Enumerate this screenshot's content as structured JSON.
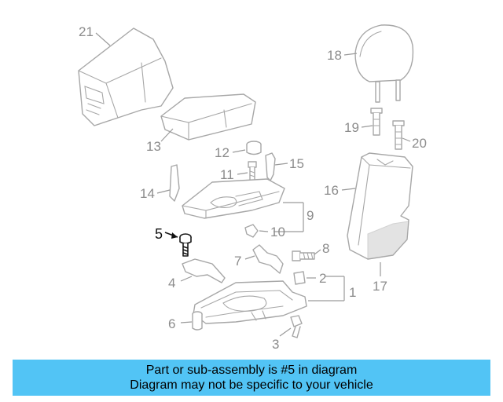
{
  "diagram": {
    "callouts": {
      "c1": "1",
      "c2": "2",
      "c3": "3",
      "c4": "4",
      "c5": "5",
      "c6": "6",
      "c7": "7",
      "c8": "8",
      "c9": "9",
      "c10": "10",
      "c11": "11",
      "c12": "12",
      "c13": "13",
      "c14": "14",
      "c15": "15",
      "c16": "16",
      "c17": "17",
      "c18": "18",
      "c19": "19",
      "c20": "20",
      "c21": "21"
    },
    "highlighted_part": "5"
  },
  "banner": {
    "line1": "Part or sub-assembly is #5 in diagram",
    "line2": "Diagram may not be specific to your vehicle",
    "color": "#52c4f5"
  }
}
